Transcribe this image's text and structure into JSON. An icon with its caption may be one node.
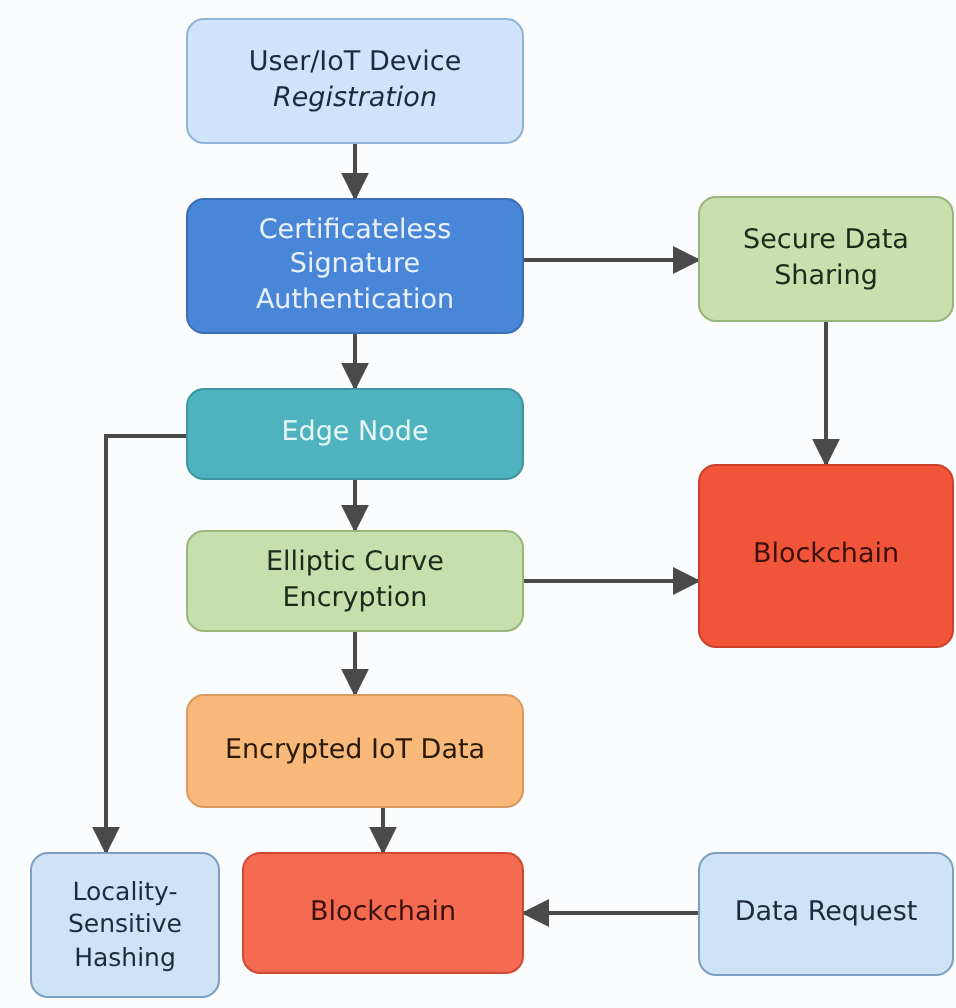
{
  "diagram": {
    "nodes": [
      {
        "text": [
          "User/IoT Device *Registration*"
        ]
      },
      {
        "text": [
          "Certificateless Signature Authentication"
        ]
      },
      {
        "text": [
          "Secure Data Sharing"
        ]
      },
      {
        "text": [
          "Edge Node"
        ]
      },
      {
        "text": [
          "Blockchain"
        ]
      },
      {
        "text": [
          "Elliptic Curve Encryption"
        ]
      },
      {
        "text": [
          "Encrypted IoT Data"
        ]
      },
      {
        "text": [
          "Locality-Sensitive Hashing"
        ]
      },
      {
        "text": [
          "Blockchain"
        ]
      },
      {
        "text": [
          "Data Request"
        ]
      }
    ],
    "edges": [
      {
        "from": 0,
        "to": 1,
        "arrow": "to"
      },
      {
        "from": 1,
        "to": 2,
        "arrow": "to"
      },
      {
        "from": 1,
        "to": 3,
        "arrow": "to"
      },
      {
        "from": 2,
        "to": 4,
        "arrow": "to"
      },
      {
        "from": 3,
        "to": 5,
        "arrow": "to"
      },
      {
        "from": 5,
        "to": 4,
        "arrow": "to"
      },
      {
        "from": 5,
        "to": 6,
        "arrow": "to"
      },
      {
        "from": 6,
        "to": 8,
        "arrow": "to"
      },
      {
        "from": 3,
        "to": 7,
        "arrow": "to"
      },
      {
        "from": 9,
        "to": 8,
        "arrow": "to"
      }
    ]
  }
}
